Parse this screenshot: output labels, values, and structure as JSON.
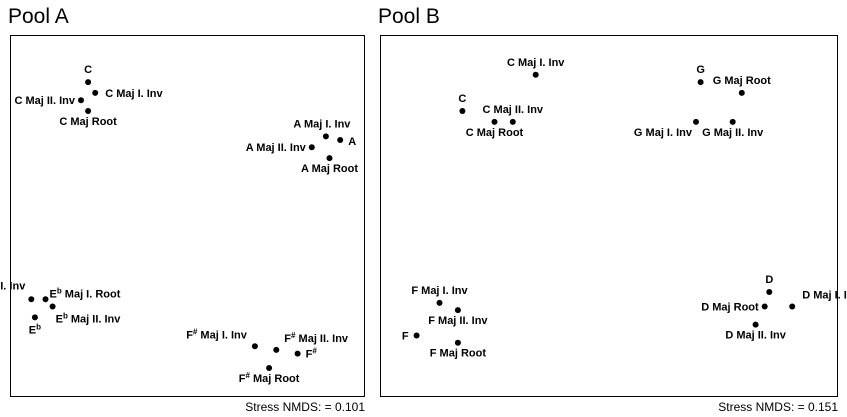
{
  "chart_data": [
    {
      "type": "scatter",
      "title": "Pool A",
      "footer": "Stress NMDS: = 0.101",
      "points": [
        {
          "label": "C",
          "x": 0.22,
          "y": 0.87
        },
        {
          "label": "C Maj I. Inv",
          "x": 0.24,
          "y": 0.84
        },
        {
          "label": "C Maj II. Inv",
          "x": 0.2,
          "y": 0.82
        },
        {
          "label": "C Maj Root",
          "x": 0.22,
          "y": 0.79
        },
        {
          "label": "A Maj I. Inv",
          "x": 0.89,
          "y": 0.72
        },
        {
          "label": "A",
          "x": 0.93,
          "y": 0.71
        },
        {
          "label": "A Maj II. Inv",
          "x": 0.85,
          "y": 0.69
        },
        {
          "label": "A Maj Root",
          "x": 0.9,
          "y": 0.66
        },
        {
          "label": "Eb Maj I. Inv",
          "x": 0.06,
          "y": 0.27
        },
        {
          "label": "Eb Maj I. Root",
          "x": 0.1,
          "y": 0.27
        },
        {
          "label": "Eb Maj II. Inv",
          "x": 0.12,
          "y": 0.25
        },
        {
          "label": "Eb",
          "x": 0.07,
          "y": 0.22
        },
        {
          "label": "F# Maj I. Inv",
          "x": 0.69,
          "y": 0.14
        },
        {
          "label": "F# Maj II. Inv",
          "x": 0.75,
          "y": 0.13
        },
        {
          "label": "F#",
          "x": 0.81,
          "y": 0.12
        },
        {
          "label": "F# Maj Root",
          "x": 0.73,
          "y": 0.08
        }
      ]
    },
    {
      "type": "scatter",
      "title": "Pool B",
      "footer": "Stress NMDS: = 0.151",
      "points": [
        {
          "label": "C Maj I. Inv",
          "x": 0.34,
          "y": 0.89
        },
        {
          "label": "C",
          "x": 0.18,
          "y": 0.79
        },
        {
          "label": "C Maj II. Inv",
          "x": 0.29,
          "y": 0.76
        },
        {
          "label": "C Maj Root",
          "x": 0.25,
          "y": 0.76
        },
        {
          "label": "G",
          "x": 0.7,
          "y": 0.87
        },
        {
          "label": "G Maj Root",
          "x": 0.79,
          "y": 0.84
        },
        {
          "label": "G Maj I. Inv",
          "x": 0.69,
          "y": 0.76
        },
        {
          "label": "G Maj II. Inv",
          "x": 0.77,
          "y": 0.76
        },
        {
          "label": "D",
          "x": 0.85,
          "y": 0.29
        },
        {
          "label": "D Maj I. Inv",
          "x": 0.9,
          "y": 0.25
        },
        {
          "label": "D Maj Root",
          "x": 0.84,
          "y": 0.25
        },
        {
          "label": "D Maj II. Inv",
          "x": 0.82,
          "y": 0.2
        },
        {
          "label": "F Maj I. Inv",
          "x": 0.13,
          "y": 0.26
        },
        {
          "label": "F Maj II. Inv",
          "x": 0.17,
          "y": 0.24
        },
        {
          "label": "F",
          "x": 0.08,
          "y": 0.17
        },
        {
          "label": "F Maj Root",
          "x": 0.17,
          "y": 0.15
        }
      ]
    }
  ]
}
